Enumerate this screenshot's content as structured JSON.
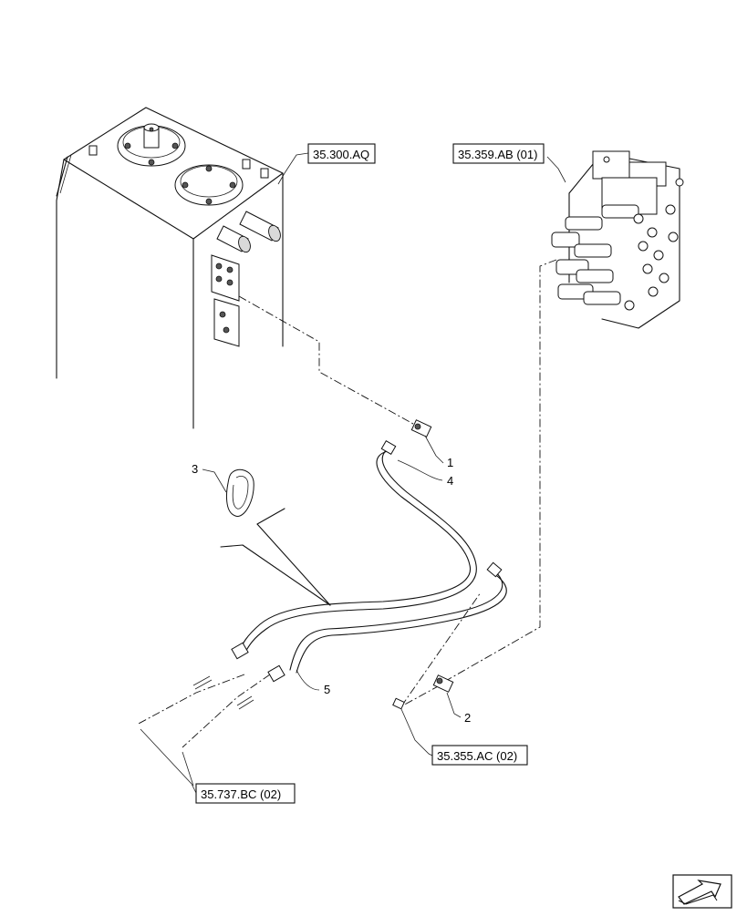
{
  "references": {
    "tank": "35.300.AQ",
    "control_valve": "35.359.AB (01)",
    "pressure_switch_ref": "35.355.AC (02)",
    "hose_ref": "35.737.BC (02)"
  },
  "callouts": {
    "c1": "1",
    "c2": "2",
    "c3": "3",
    "c4": "4",
    "c5": "5"
  },
  "icons": {
    "nav_arrow": "next-page-arrow-icon"
  }
}
